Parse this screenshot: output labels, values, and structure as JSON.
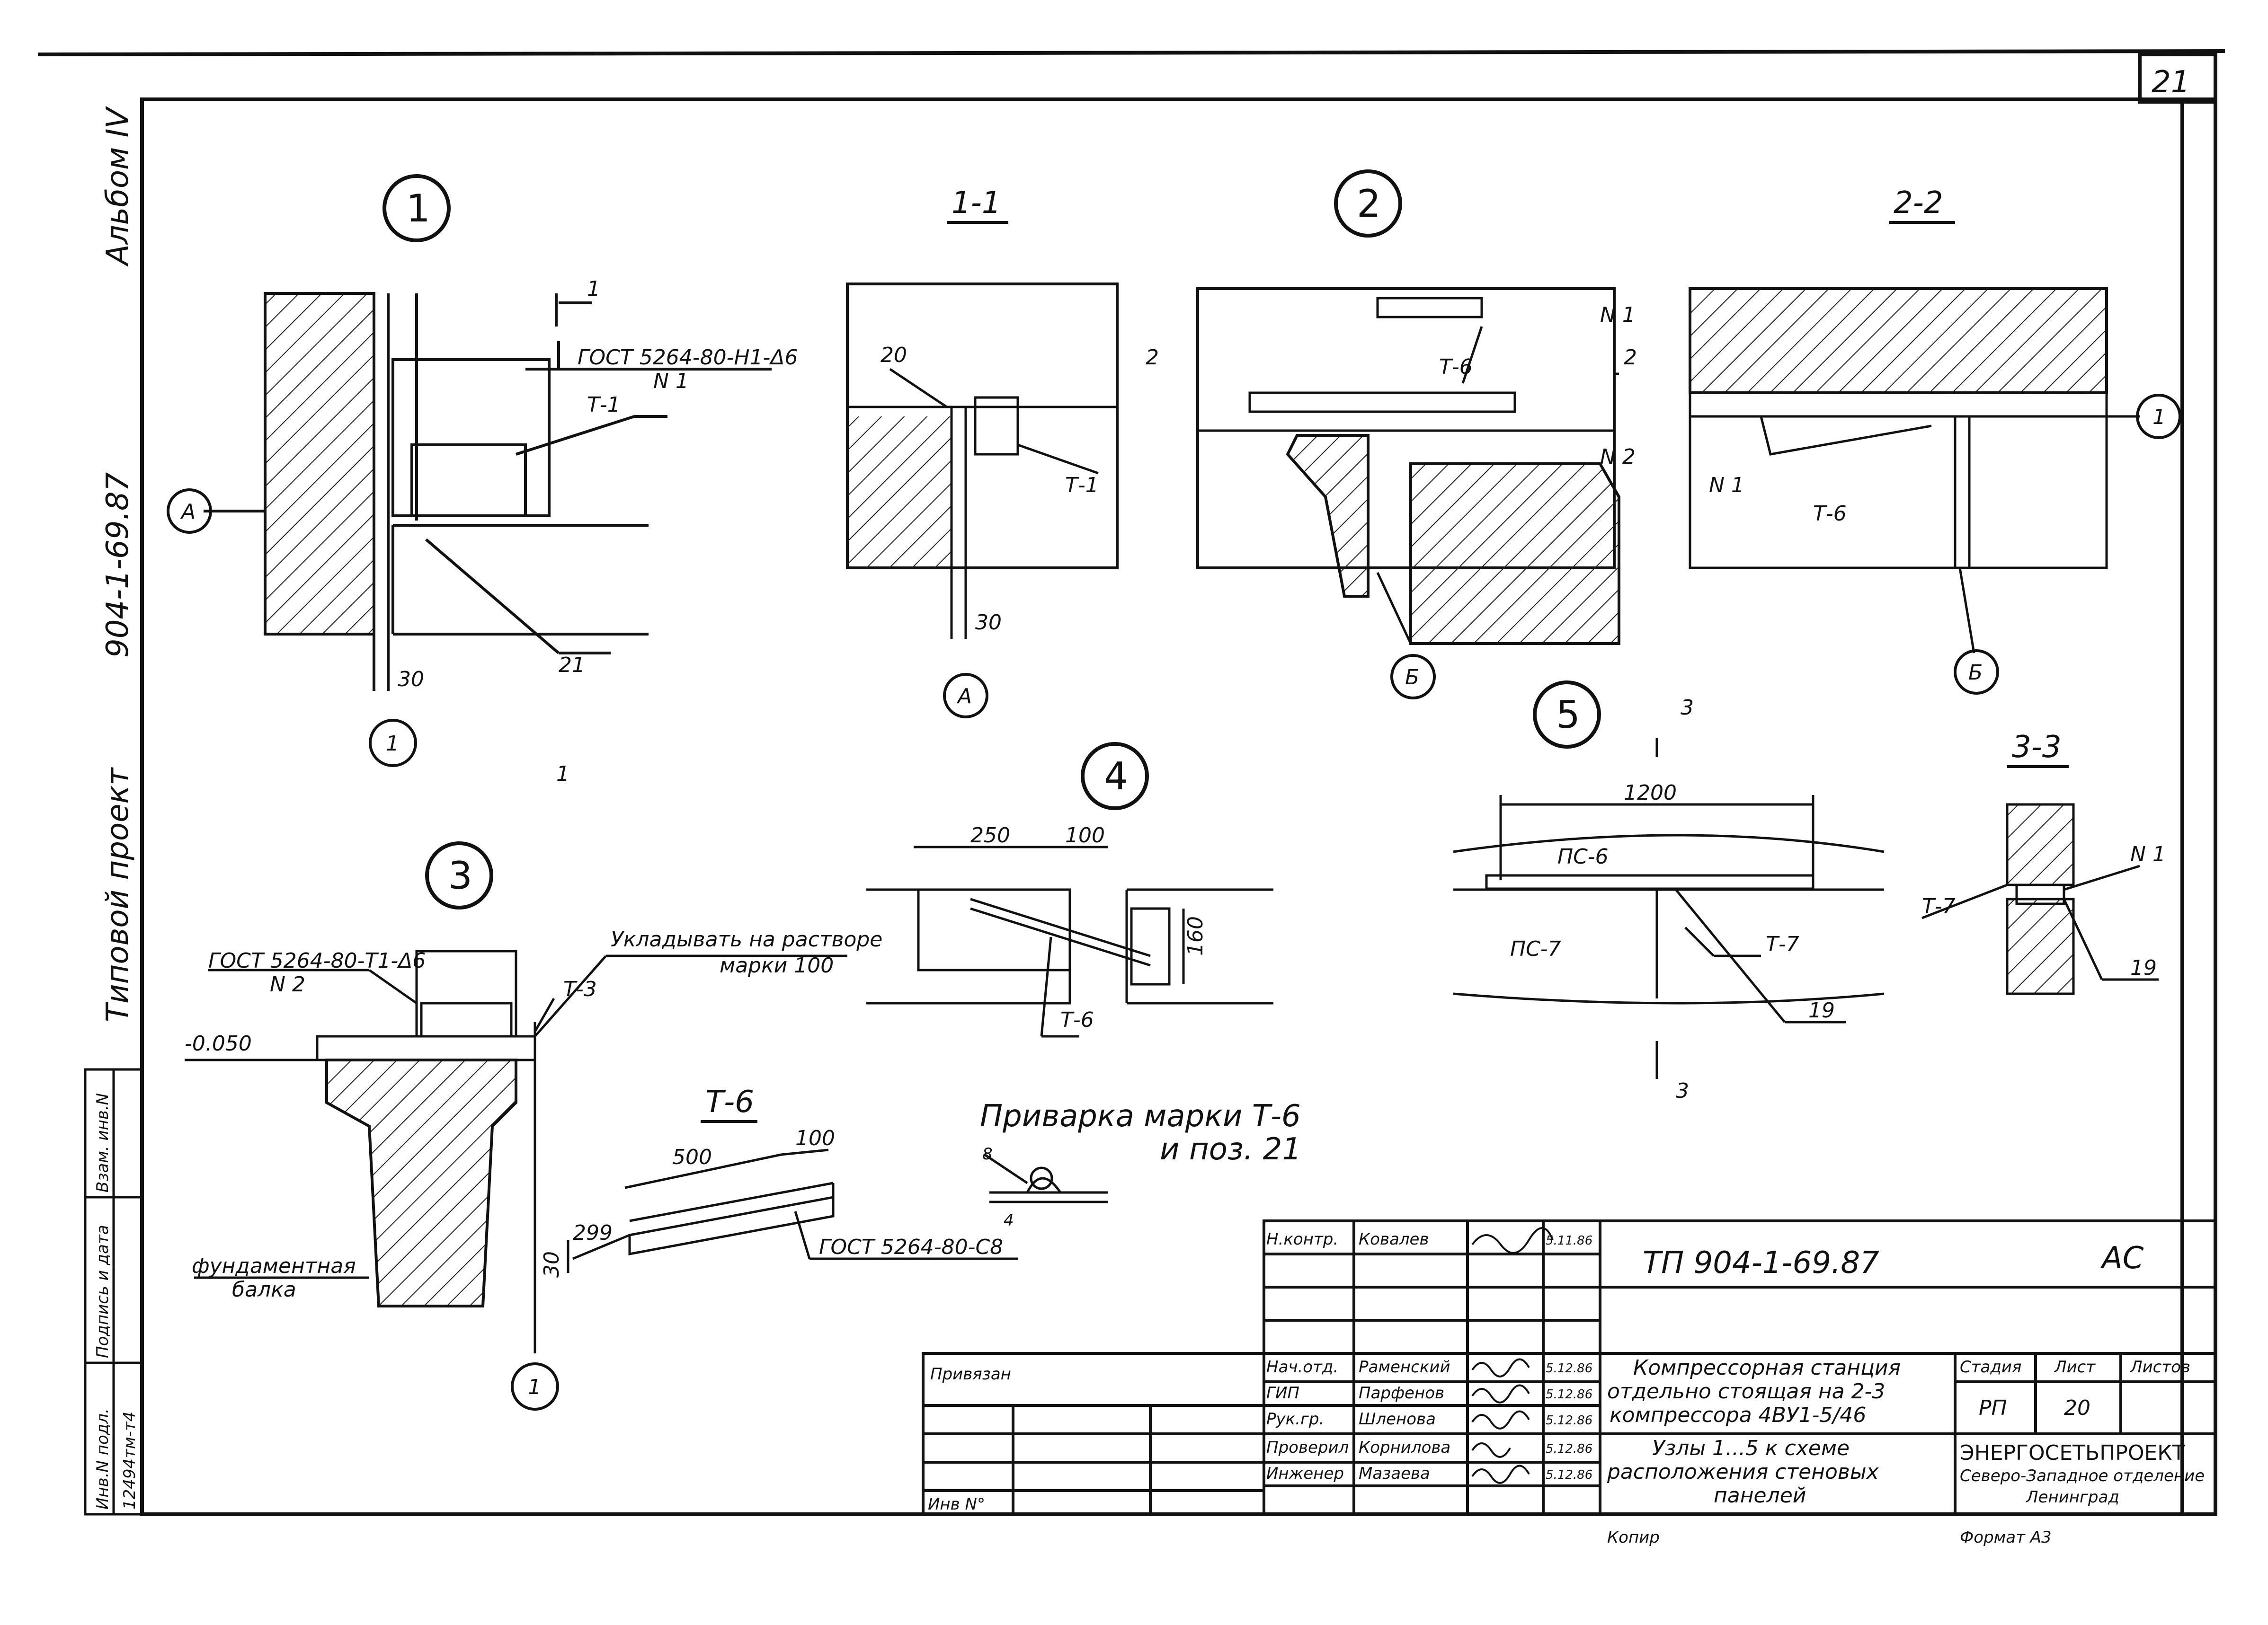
{
  "sheet": {
    "page_number": "21",
    "album": "Альбом IV",
    "project_code_vertical": "904-1-69.87",
    "project_type": "Типовой проект"
  },
  "details": {
    "n1": "1",
    "sec11": "1-1",
    "n2": "2",
    "sec22": "2-2",
    "n3": "3",
    "n4": "4",
    "n5": "5",
    "sec33": "3-3",
    "t6": "Т-6",
    "weld_title_1": "Приварка марки Т-6",
    "weld_title_2": "и поз. 21"
  },
  "labels": {
    "A": "А",
    "B": "Б",
    "axis1": "1",
    "cut1": "1",
    "cut1b": "1",
    "cut2a": "2",
    "cut2b": "2",
    "cut3a": "3",
    "cut3b": "3",
    "gost_h1": "ГОСТ 5264-80-Н1-Δ6",
    "gost_71": "ГОСТ 5264-80-Т1-Δ6",
    "gost_c8": "ГОСТ 5264-80-С8",
    "n1": "N 1",
    "n2": "N 2",
    "t1": "Т-1",
    "t3": "Т-3",
    "t6": "Т-6",
    "t7": "Т-7",
    "p19": "19",
    "p20": "20",
    "p21": "21",
    "d30": "30",
    "d250": "250",
    "d100": "100",
    "d160": "160",
    "d1200": "1200",
    "d500": "500",
    "d299": "299",
    "d8": "8",
    "d4": "4",
    "ps6": "ПС-6",
    "ps7": "ПС-7",
    "lay_1": "Укладывать на растворе",
    "lay_2": "марки 100",
    "level": "-0.050",
    "beam_1": "фундаментная",
    "beam_2": "балка"
  },
  "stamp": {
    "designation": "ТП      904-1-69.87",
    "mark": "АС",
    "title_1": "Компрессорная станция",
    "title_2": "отдельно стоящая на 2-3",
    "title_3": "компрессора  4ВУ1-5/46",
    "sheet_title_1": "Узлы 1...5 к схеме",
    "sheet_title_2": "расположения  стеновых",
    "sheet_title_3": "панелей",
    "stage_h": "Стадия",
    "sheet_h": "Лист",
    "sheets_h": "Листов",
    "stage": "РП",
    "sheet_no": "20",
    "org_1": "ЭНЕРГОСЕТЬПРОЕКТ",
    "org_2": "Северо-Западное отделение",
    "org_3": "Ленинград",
    "privyazan": "Привязан",
    "inv": "Инв N°",
    "copied": "Копир",
    "format": "Формат А3",
    "roles": [
      "Н.контр.",
      "Нач.отд.",
      "ГИП",
      "Рук.гр.",
      "Проверил",
      "Инженер"
    ],
    "names": [
      "Ковалев",
      "Раменский",
      "Парфенов",
      "Шленова",
      "Корнилова",
      "Мазаева"
    ],
    "dates": [
      "5.11.86",
      "5.12.86",
      "5.12.86",
      "5.12.86",
      "5.12.86",
      "5.12.86"
    ],
    "side_labels": [
      "Взам. инв.N",
      "Подпись и дата",
      "Инв.N подл."
    ],
    "side_value": "12494тм-т4"
  }
}
